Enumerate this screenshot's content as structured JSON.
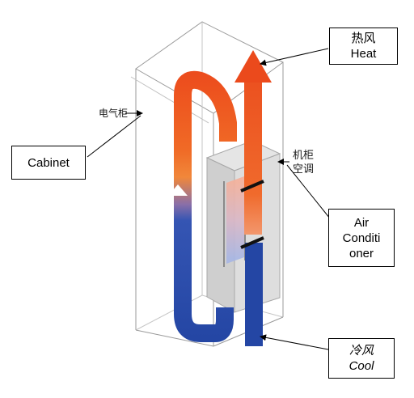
{
  "labels": {
    "cabinet_cn": "电气柜",
    "cabinet_en": "Cabinet",
    "heat_cn": "热风",
    "heat_en": "Heat",
    "ac_cn_line1": "机柜",
    "ac_cn_line2": "空调",
    "ac_en_line1": "Air",
    "ac_en_line2": "Conditi",
    "ac_en_line3": "oner",
    "cool_cn": "冷风",
    "cool_en": "Cool"
  },
  "colors": {
    "hot": "#ee4e1f",
    "warm": "#f08030",
    "cool": "#2747a6",
    "unit_body": "#d4d4d4",
    "frame": "#9a9a9a"
  }
}
